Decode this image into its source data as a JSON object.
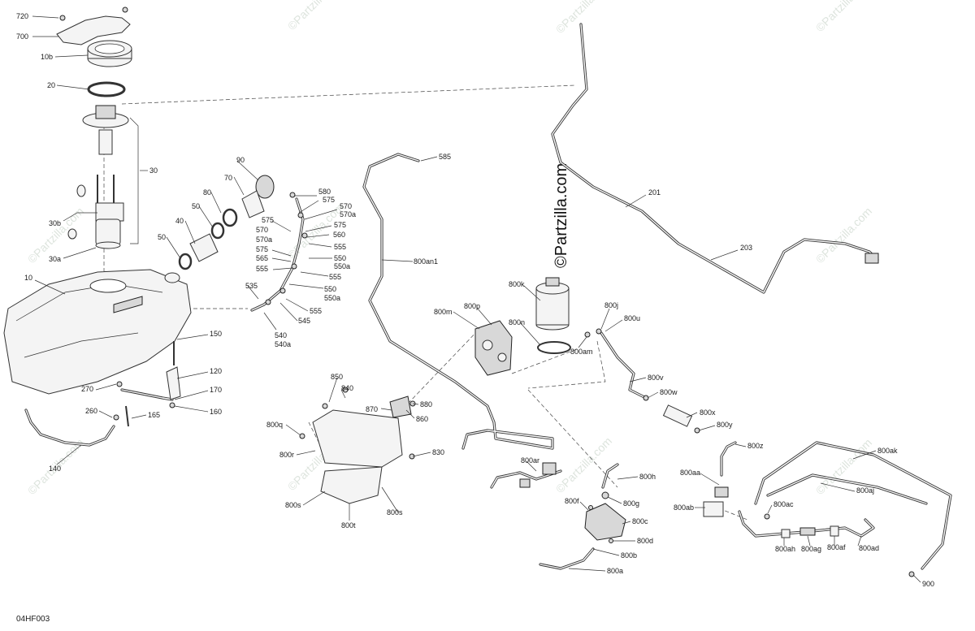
{
  "watermark": {
    "text": "©Partzilla.com"
  },
  "brand_label": "©Partzilla.com",
  "diagram_code": "04HF003",
  "callouts": {
    "c720": "720",
    "c700": "700",
    "c10b": "10b",
    "c20": "20",
    "c30": "30",
    "c30b": "30b",
    "c30a": "30a",
    "c10": "10",
    "c90": "90",
    "c70": "70",
    "c80": "80",
    "c50a": "50",
    "c40": "40",
    "c50b": "50",
    "c580": "580",
    "c575a": "575",
    "c570a": "570",
    "c570aa": "570a",
    "c575b": "575",
    "c570b": "570",
    "c575c": "575",
    "c570ab": "570a",
    "c560": "560",
    "c575d": "575",
    "c555a": "555",
    "c565": "565",
    "c550a": "550",
    "c555b": "555",
    "c550aa": "550a",
    "c555c": "555",
    "c535": "535",
    "c550b": "550",
    "c550ab": "550a",
    "c555d": "555",
    "c545": "545",
    "c540": "540",
    "c540a": "540a",
    "c585": "585",
    "c800an1": "800an1",
    "c150": "150",
    "c120": "120",
    "c270": "270",
    "c170": "170",
    "c260": "260",
    "c160": "160",
    "c165": "165",
    "c140": "140",
    "c201": "201",
    "c203": "203",
    "c800k": "800k",
    "c800m": "800m",
    "c800p": "800p",
    "c800n": "800n",
    "c800j": "800j",
    "c800u": "800u",
    "c800am": "800am",
    "c800v": "800v",
    "c800w": "800w",
    "c800x": "800x",
    "c800y": "800y",
    "c800z": "800z",
    "c850": "850",
    "c840": "840",
    "c870": "870",
    "c880": "880",
    "c860": "860",
    "c800q": "800q",
    "c800r": "800r",
    "c830": "830",
    "c800s1": "800s",
    "c800s2": "800s",
    "c800t": "800t",
    "c800ar": "800ar",
    "c800h": "800h",
    "c800g": "800g",
    "c800f": "800f",
    "c800c": "800c",
    "c800d": "800d",
    "c800b": "800b",
    "c800a": "800a",
    "c800aa": "800aa",
    "c800ab": "800ab",
    "c800ac": "800ac",
    "c800ak": "800ak",
    "c800aj": "800aj",
    "c800ah": "800ah",
    "c800ag": "800ag",
    "c800af": "800af",
    "c800ad": "800ad",
    "c900": "900"
  }
}
